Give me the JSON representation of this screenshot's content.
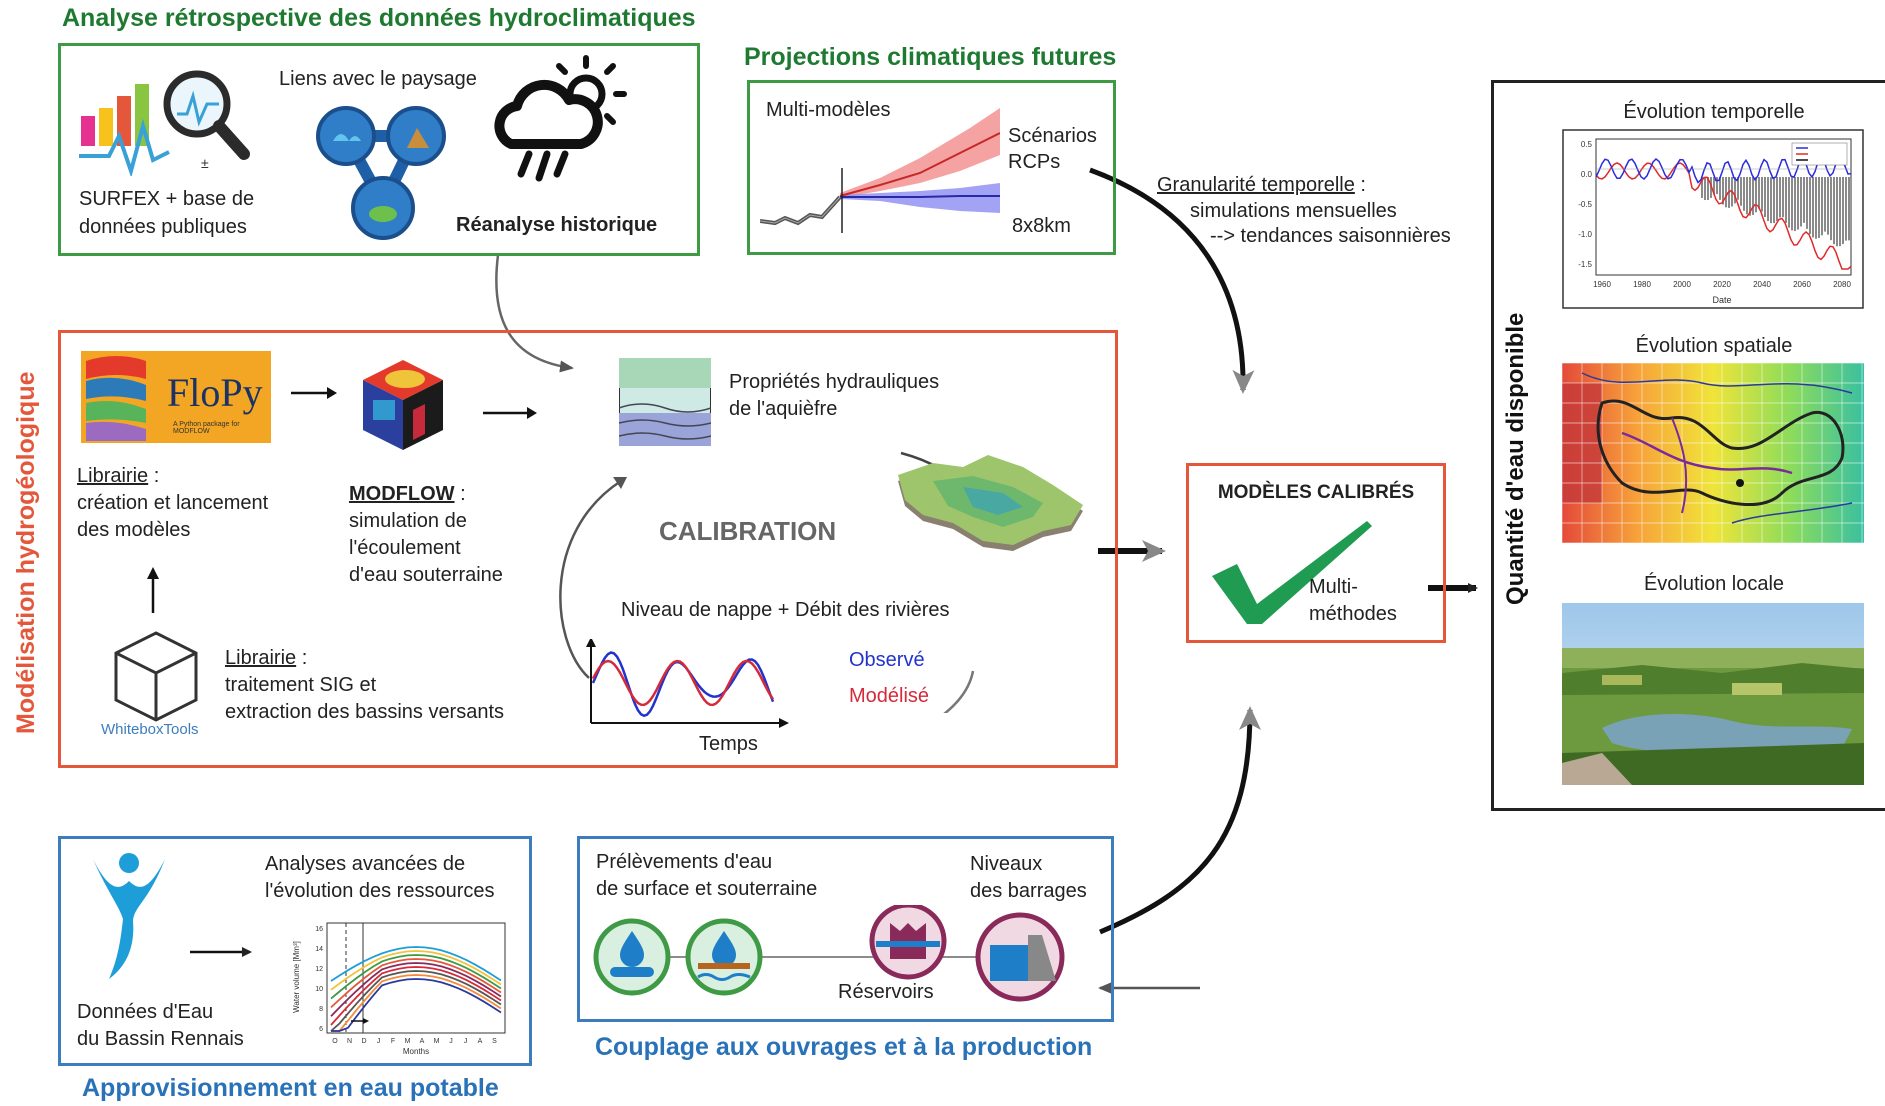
{
  "retro": {
    "title": "Analyse rétrospective des données hydroclimatiques",
    "surfex_line1": "SURFEX + base de",
    "surfex_line2": "données publiques",
    "liens": "Liens avec le paysage",
    "reanalyse": "Réanalyse historique"
  },
  "projections": {
    "title": "Projections climatiques futures",
    "multi": "Multi-modèles",
    "scenarios1": "Scénarios",
    "scenarios2": "RCPs",
    "resolution": "8x8km"
  },
  "granularite": {
    "label": "Granularité temporelle",
    "colon": " :",
    "line2": "simulations mensuelles",
    "line3": "--> tendances saisonnières"
  },
  "modelisation": {
    "side_title": "Modélisation hydrogéologique",
    "flopy_logo": "FloPy",
    "flopy_sub": "A Python package for MODFLOW",
    "lib1_label": "Librairie",
    "lib1_colon": " :",
    "lib1_line2": "création et lancement",
    "lib1_line3": "des modèles",
    "modflow_label": "MODFLOW",
    "modflow_colon": " :",
    "modflow_line2": "simulation de",
    "modflow_line3": "l'écoulement",
    "modflow_line4": "d'eau souterraine",
    "props_line1": "Propriétés hydrauliques",
    "props_line2": "de l'aquièfre",
    "calibration": "CALIBRATION",
    "niveau": "Niveau de nappe + Débit des rivières",
    "observe": "Observé",
    "modelise": "Modélisé",
    "temps": "Temps",
    "lib2_label": "Librairie",
    "lib2_colon": " :",
    "lib2_line2": "traitement SIG et",
    "lib2_line3": "extraction des bassins versants",
    "whitebox": "WhiteboxTools"
  },
  "calibres": {
    "title": "MODÈLES CALIBRÉS",
    "multi1": "Multi-",
    "multi2": "méthodes"
  },
  "quantite": {
    "side_title": "Quantité d'eau disponible",
    "temporelle": "Évolution temporelle",
    "spatiale": "Évolution spatiale",
    "locale": "Évolution locale",
    "chart_xlabel": "Date",
    "chart_yticks": [
      "0.5",
      "0.0",
      "-0.5",
      "-1.0",
      "-1.5"
    ],
    "chart_xticks": [
      "1960",
      "1980",
      "2000",
      "2020",
      "2040",
      "2060",
      "2080"
    ]
  },
  "approvisionnement": {
    "title": "Approvisionnement en eau potable",
    "donnees1": "Données d'Eau",
    "donnees2": "du Bassin Rennais",
    "analyses1": "Analyses avancées de",
    "analyses2": "l'évolution des ressources",
    "chart_ylabel": "Water volume [Mm³]",
    "chart_xlabel": "Months",
    "chart_yticks": [
      "16",
      "14",
      "12",
      "10",
      "8",
      "6"
    ],
    "chart_months": [
      "O",
      "N",
      "D",
      "J",
      "F",
      "M",
      "A",
      "M",
      "J",
      "J",
      "A",
      "S"
    ]
  },
  "couplage": {
    "title": "Couplage aux ouvrages et à la production",
    "prelev1": "Prélèvements d'eau",
    "prelev2": "de surface et souterraine",
    "niveaux1": "Niveaux",
    "niveaux2": "des barrages",
    "reservoirs": "Réservoirs"
  },
  "colors": {
    "green": "#3f9a45",
    "red": "#e4573b",
    "blue": "#3d7dbe",
    "observed": "#2233cc",
    "modelled": "#d42a3a"
  }
}
